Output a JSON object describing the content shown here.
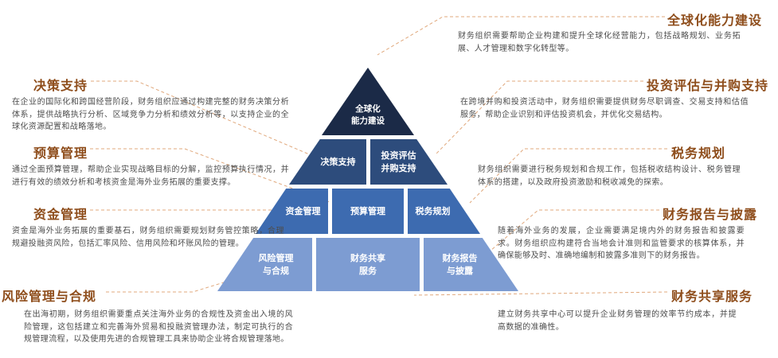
{
  "colors": {
    "level1": "#1b2a47",
    "level2": "#2d4c7c",
    "level3": "#3d6bb0",
    "level4": "#7d9cd2",
    "annotation_title": "#8e4d1b",
    "annotation_body": "#4d4d4d",
    "leader_line": "#e0a87c"
  },
  "pyramid": {
    "blocks": {
      "globalization": {
        "label": "全球化\n能力建设"
      },
      "decision_support": {
        "label": "决策支持"
      },
      "investment_support": {
        "label": "投资评估\n并购支持"
      },
      "treasury": {
        "label": "资金管理"
      },
      "budget": {
        "label": "预算管理"
      },
      "tax": {
        "label": "税务规划"
      },
      "risk_compliance": {
        "label": "风险管理\n与合规"
      },
      "shared_services": {
        "label": "财务共享\n服务"
      },
      "reporting": {
        "label": "财务报告\n与披露"
      }
    }
  },
  "annotations": {
    "decision_support": {
      "title": "决策支持",
      "body": "在企业的国际化和跨国经营阶段，财务组织应通过构建完整的财务决策分析体系，提供战略执行分析、区域竞争力分析和绩效分析等，以支持企业的全球化资源配置和战略落地。"
    },
    "budget_management": {
      "title": "预算管理",
      "body": "通过全面预算管理，帮助企业实现战略目标的分解，监控预算执行情况，并进行有效的绩效分析和考核资金是海外业务拓展的重要支撑。"
    },
    "treasury_management": {
      "title": "资金管理",
      "body": "资金是海外业务拓展的重要基石，财务组织需要规划财务管控策略，合理规避投融资风险，包括汇率风险、信用风险和坏账风险的管理。"
    },
    "risk_compliance": {
      "title": "风险管理与合规",
      "body": "在出海初期，财务组织需要重点关注海外业务的合规性及资金出入境的风险管理，这包括建立和完善海外贸易和投融资管理办法，制定可执行的合规管理流程，以及使用先进的合规管理工具来协助企业将合规管理落地。"
    },
    "globalization_capability": {
      "title": "全球化能力建设",
      "body": "财务组织需要帮助企业构建和提升全球化经营能力，包括战略规划、业务拓展、人才管理和数字化转型等。"
    },
    "investment_support": {
      "title": "投资评估与并购支持",
      "body": "在跨境并购和投资活动中，财务组织需要提供财务尽职调查、交易支持和估值服务，帮助企业识别和评估投资机会，并优化交易结构。"
    },
    "tax_planning": {
      "title": "税务规划",
      "body": "财务组织需要进行税务规划和合规工作，包括税收结构设计、税务管理体系的搭建，以及政府投资激励和税收减免的探索。"
    },
    "financial_reporting": {
      "title": "财务报告与披露",
      "body": "随着海外业务的发展，企业需要满足境内外的财务报告和披露要求。财务组织应构建符合当地会计准则和监管要求的核算体系，并确保能够及时、准确地编制和披露多准则下的财务报告。"
    },
    "shared_services": {
      "title": "财务共享服务",
      "body": "建立财务共享中心可以提升企业财务管理的效率节约成本，并提高数据的准确性。"
    }
  }
}
